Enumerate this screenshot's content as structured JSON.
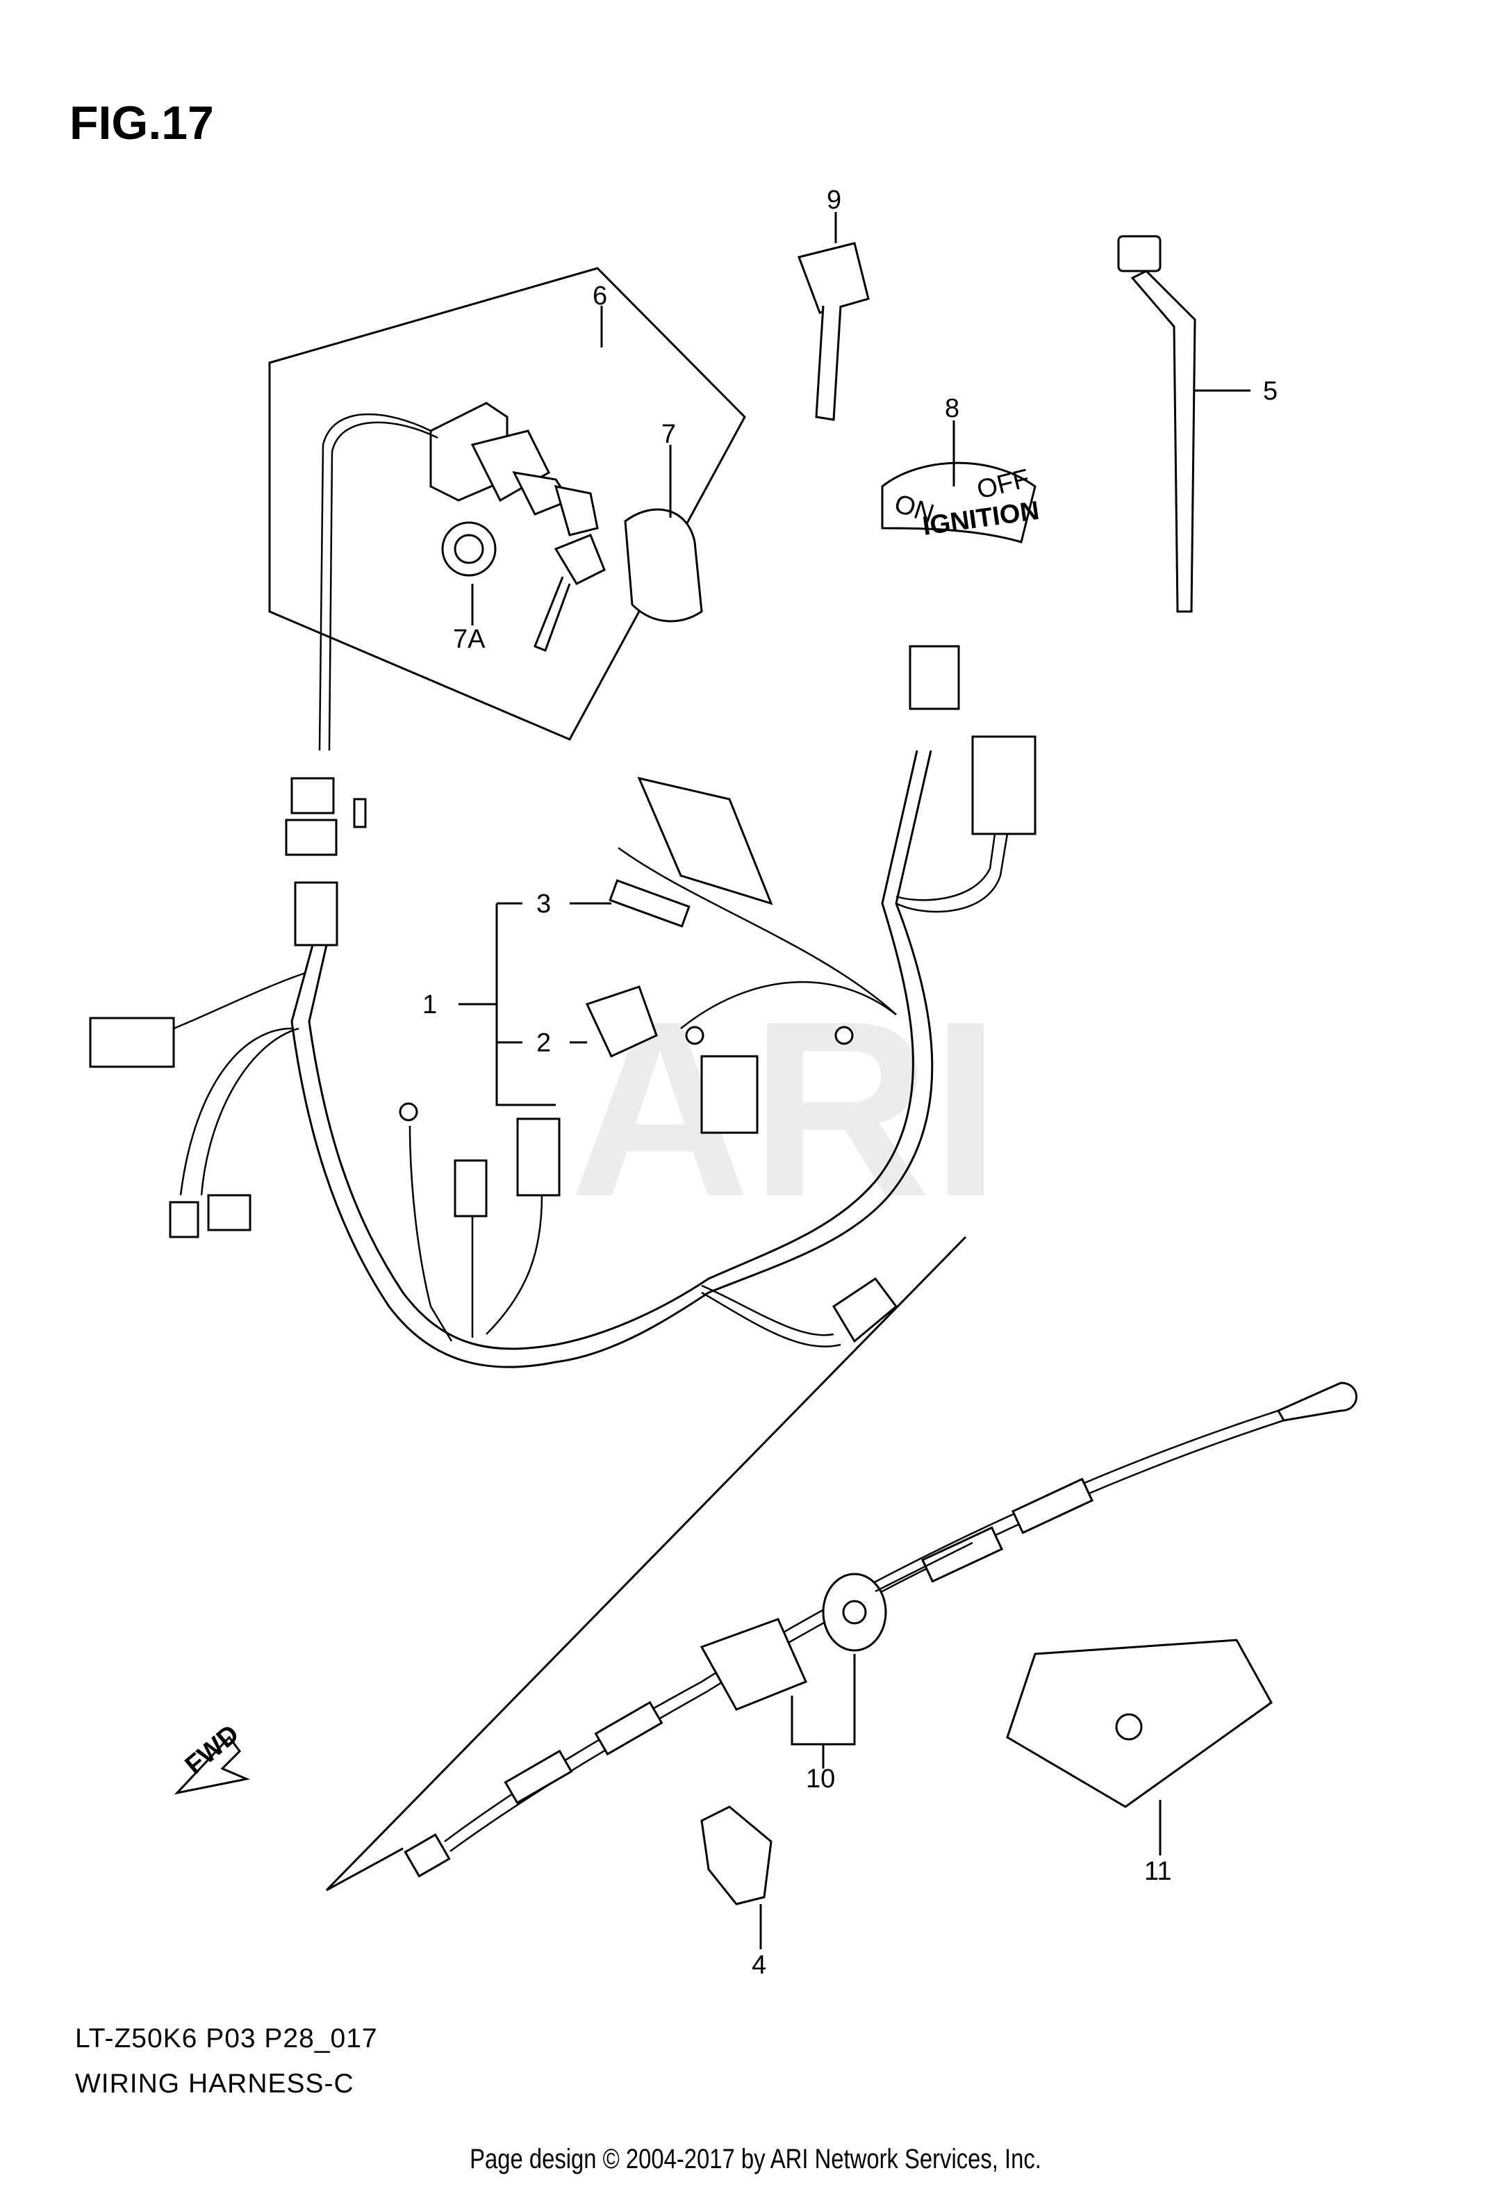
{
  "figure": {
    "title": "FIG.17"
  },
  "watermark": "ARI",
  "labels": {
    "p1": "1",
    "p2": "2",
    "p3": "3",
    "p4": "4",
    "p5": "5",
    "p6": "6",
    "p7": "7",
    "p7a": "7A",
    "p8": "8",
    "p9": "9",
    "p10": "10",
    "p11": "11"
  },
  "decal": {
    "on": "ON",
    "off": "OFF",
    "ignition": "IGNITION"
  },
  "fwd": "FWD",
  "caption": {
    "code": "LT-Z50K6 P03 P28_017",
    "name": "WIRING HARNESS-C"
  },
  "footer": "Page design © 2004-2017 by ARI Network Services, Inc."
}
